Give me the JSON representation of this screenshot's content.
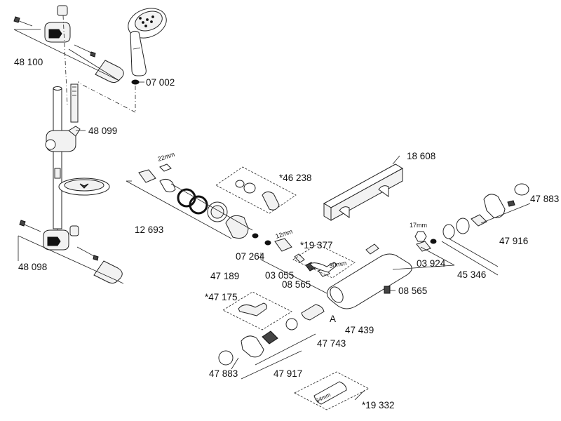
{
  "diagram": {
    "part_labels": {
      "p48100": "48 100",
      "p07002": "07 002",
      "p48099": "48 099",
      "p48098": "48 098",
      "p18608": "18 608",
      "p46238": "*46 238",
      "p12693": "12 693",
      "p07264": "07 264",
      "p19377": "*19 377",
      "p47189": "47 189",
      "p03055": "03 055",
      "p08565a": "08 565",
      "p08565b": "08 565",
      "p47883a": "47 883",
      "p47916": "47 916",
      "p03924": "03 924",
      "p45346": "45 346",
      "p47175": "*47 175",
      "p47439": "47 439",
      "p47743": "47 743",
      "p47883b": "47 883",
      "p47917": "47 917",
      "p19332": "*19 332"
    },
    "dimensions": {
      "d22mm": "22mm",
      "d12mm": "12mm",
      "d30mm": "30mm",
      "d17mm": "17mm",
      "d34mm": "34mm"
    },
    "markers": {
      "a": "A"
    }
  }
}
